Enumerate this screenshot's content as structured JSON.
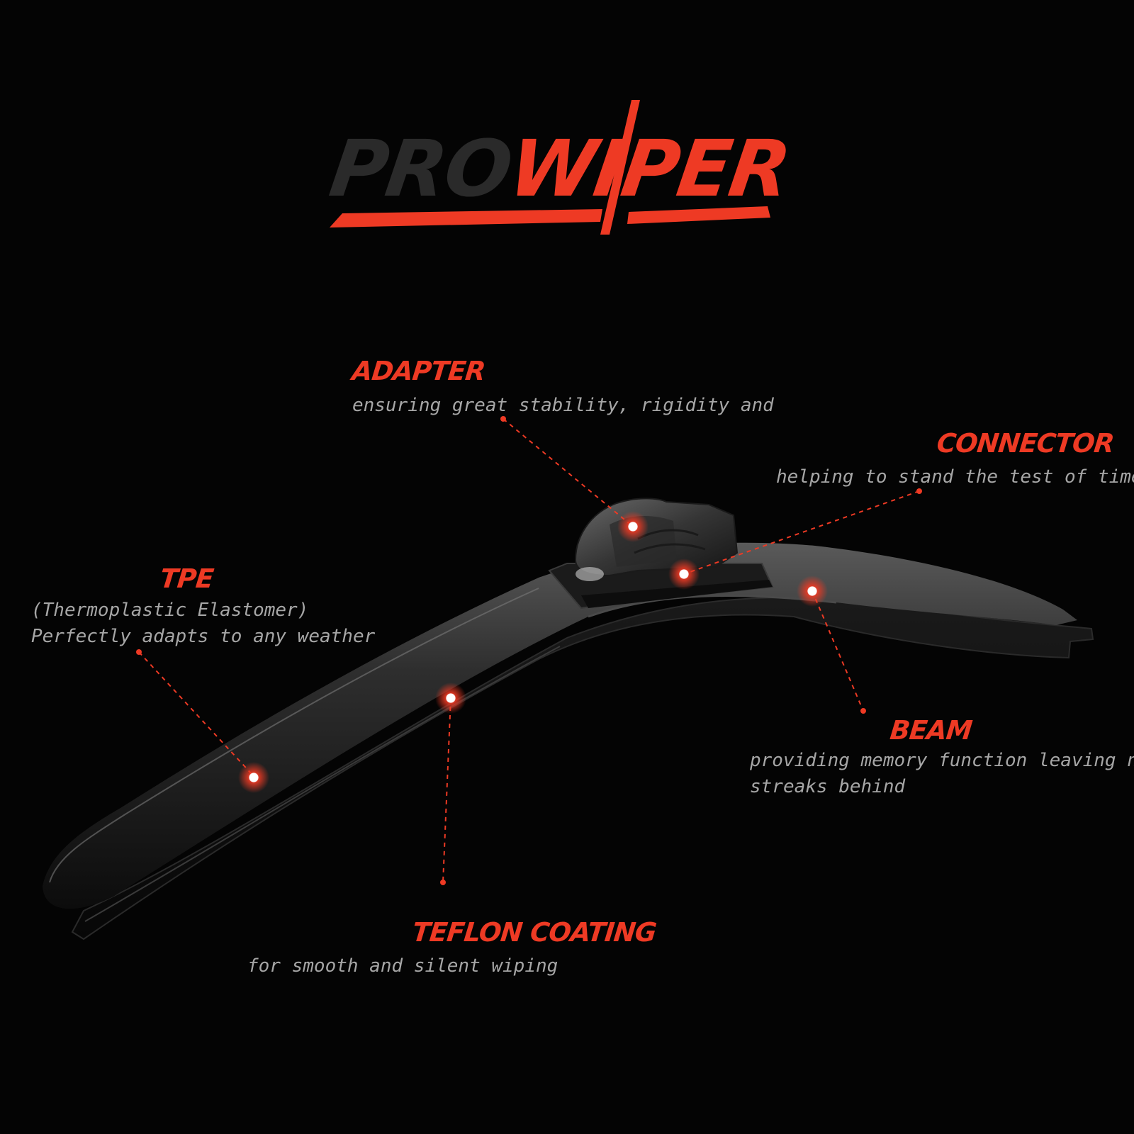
{
  "brand": {
    "logo_text_pro": "PRO",
    "logo_text_wiper": "WIPER",
    "colors": {
      "accent": "#ee3a24",
      "logo_dark": "#2a2a2a",
      "background": "#040404",
      "caption": "#a6a6a6"
    }
  },
  "callouts": {
    "adapter": {
      "title": "ADAPTER",
      "text": "ensuring great stability, rigidity and"
    },
    "connector": {
      "title": "CONNECTOR",
      "text": "helping to stand the test of time"
    },
    "tpe": {
      "title": "TPE",
      "line1": "(Thermoplastic Elastomer)",
      "line2": "Perfectly adapts to any weather"
    },
    "beam": {
      "title": "BEAM",
      "line1": "providing memory function leaving no",
      "line2": "streaks behind"
    },
    "teflon": {
      "title": "TEFLON COATING",
      "text": "for smooth and silent wiping"
    }
  },
  "icons": {
    "hotspot": "hotspot-dot-icon",
    "wiper": "wiper-blade-icon"
  }
}
